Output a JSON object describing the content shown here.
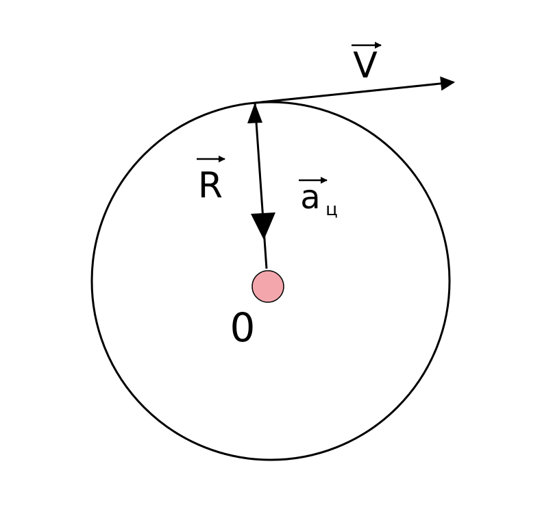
{
  "diagram": {
    "labels": {
      "velocity": "V",
      "radius": "R",
      "acceleration": "a",
      "acceleration_subscript": "ц",
      "center": "0"
    },
    "colors": {
      "stroke": "#000000",
      "center_fill": "#f3a7ad",
      "background": "#ffffff"
    }
  }
}
